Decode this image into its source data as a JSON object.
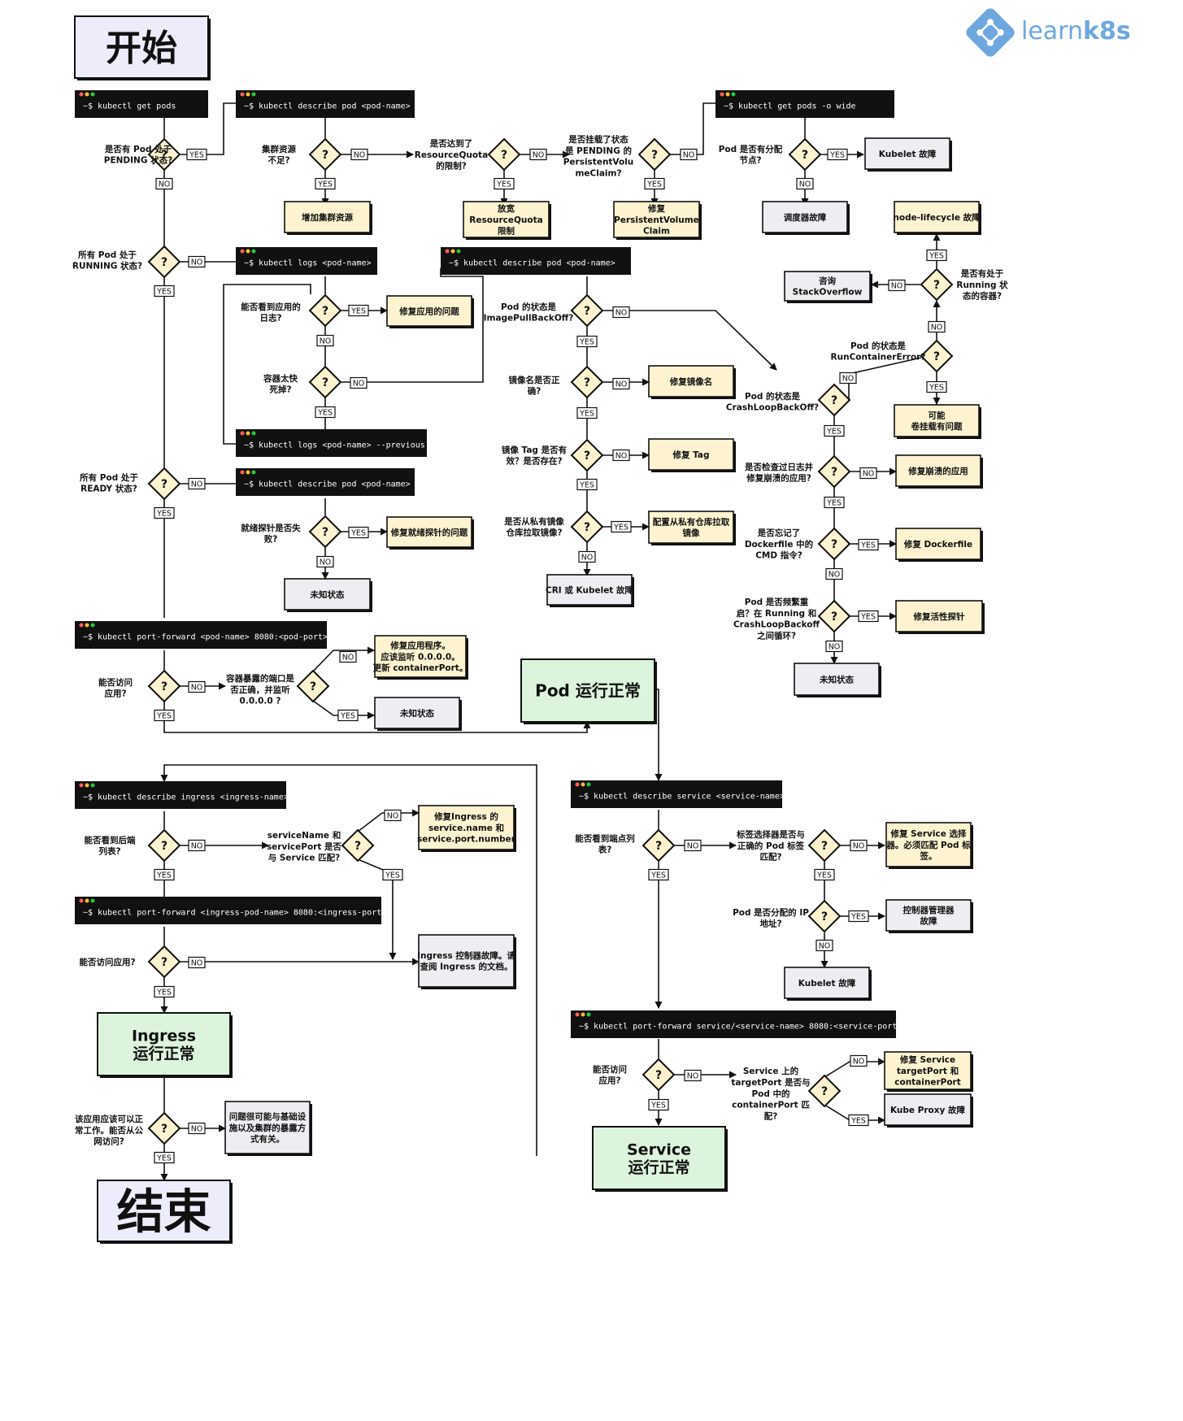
{
  "brand": {
    "name_prefix": "learn",
    "name_suffix": "k8s"
  },
  "start_label": "开始",
  "end_label": "结束",
  "yes": "YES",
  "no": "NO",
  "q": "?",
  "commands": {
    "get_pods": "~$ kubectl get pods",
    "describe_pod_1": "~$ kubectl describe pod <pod-name>",
    "get_pods_wide": "~$ kubectl get pods -o wide",
    "logs": "~$ kubectl logs <pod-name>",
    "describe_pod_2": "~$ kubectl describe pod <pod-name>",
    "logs_previous": "~$ kubectl logs <pod-name> --previous",
    "describe_pod_3": "~$ kubectl describe pod <pod-name>",
    "port_forward_pod": "~$ kubectl port-forward <pod-name> 8080:<pod-port>",
    "describe_ingress": "~$ kubectl describe ingress <ingress-name>",
    "port_forward_ingress": "~$ kubectl port-forward <ingress-pod-name> 8080:<ingress-port>",
    "describe_service": "~$ kubectl describe service <service-name>",
    "port_forward_service": "~$ kubectl port-forward service/<service-name> 8080:<service-port>"
  },
  "questions": {
    "pending": "是否有 Pod 处于\nPENDING 状态?",
    "resources": "集群资源\n不足?",
    "quota": "是否达到了\nResourceQuota\n的限制?",
    "pvc": "是否挂载了状态\n是 PENDING 的\nPersistentVolu\nmeClaim?",
    "node": "Pod 是否有分配\n节点?",
    "running": "所有 Pod 处于\nRUNNING 状态?",
    "see_logs": "能否看到应用的\n日志?",
    "died": "容器太快\n死掉?",
    "image_pull": "Pod 的状态是\nImagePullBackOff?",
    "image_name": "镜像名是否正\n确?",
    "image_tag": "镜像 Tag 是否有\n效？是否存在?",
    "private_registry": "是否从私有镜像\n仓库拉取镜像?",
    "ready": "所有 Pod 处于\nREADY 状态?",
    "readiness": "就绪探针是否失\n败?",
    "access_app": "能否访问\n应用?",
    "port_listen": "容器暴露的端口是\n否正确，并监听\n0.0.0.0 ?",
    "crash_loop": "Pod 的状态是\nCrashLoopBackOff?",
    "run_container_error": "Pod 的状态是\nRunContainerError?",
    "running_containers": "是否有处于\nRunning 状\n态的容器?",
    "checked_logs": "是否检查过日志并\n修复崩溃的应用?",
    "forgot_cmd": "是否忘记了\nDockerfile 中的\nCMD 指令?",
    "restart_loop": "Pod 是否频繁重\n启？在 Running 和\nCrashLoopBackoff\n之间循环?",
    "backend_list": "能否看到后端\n列表?",
    "service_match": "serviceName 和\nservicePort 是否\n与 Service 匹配?",
    "access_ingress": "能否访问应用?",
    "public_access": "该应用应该可以正\n常工作。能否从公\n网访问?",
    "endpoints": "能否看到端点列\n表?",
    "selector_match": "标签选择器是否与\n正确的 Pod 标签\n匹配?",
    "pod_ip": "Pod 是否分配的 IP\n地址?",
    "service_access": "能否访问\n应用?",
    "target_port": "Service 上的\ntargetPort 是否与\nPod 中的\ncontainerPort 匹\n配?"
  },
  "results": {
    "add_resources": "增加集群资源",
    "relax_quota": "放宽\nResourceQuota\n限制",
    "fix_pvc": "修复\nPersistentVolume\nClaim",
    "kubelet_fault_1": "Kubelet 故障",
    "scheduler_fault": "调度器故障",
    "node_lifecycle": "node-lifecycle 故障",
    "stackoverflow": "咨询\nStackOverflow",
    "fix_app": "修复应用的问题",
    "mount_issue": "可能\n卷挂载有问题",
    "fix_image_name": "修复镜像名",
    "fix_tag": "修复 Tag",
    "private_registry_cfg": "配置从私有仓库拉取\n镜像",
    "cri_kubelet": "CRI 或 Kubelet 故障",
    "fix_readiness": "修复就绪探针的问题",
    "unknown_1": "未知状态",
    "fix_crashed_app": "修复崩溃的应用",
    "fix_dockerfile": "修复 Dockerfile",
    "fix_liveness": "修复活性探针",
    "unknown_2": "未知状态",
    "fix_listen": "修复应用程序。\n应该监听 0.0.0.0。\n更新 containerPort。",
    "unknown_3": "未知状态",
    "fix_ingress": "修复Ingress 的\nservice.name 和\nservice.port.number",
    "ingress_controller": "Ingress 控制器故障。请\n查阅 Ingress 的文档。",
    "infra_issue": "问题很可能与基础设\n施以及集群的暴露方\n式有关。",
    "fix_selector": "修复 Service 选择\n器。必须匹配 Pod 标\n签。",
    "controller_manager": "控制器管理器\n故障",
    "kubelet_fault_2": "Kubelet 故障",
    "fix_target_port": "修复 Service\ntargetPort 和\ncontainerPort",
    "kube_proxy": "Kube Proxy 故障"
  },
  "states": {
    "pod_ok": "Pod 运行正常",
    "ingress_ok": "Ingress\n运行正常",
    "service_ok": "Service\n运行正常"
  },
  "colors": {
    "terminal_bg": "#111111",
    "diamond_fill": "#fdf3d0",
    "result_fill": "#fdf3d0",
    "neutral_fill": "#eeeef2",
    "ok_fill": "#dcf3dc",
    "start_fill": "#ececfa",
    "brand_blue": "#6ea7dd",
    "dot_red": "#ff5f57",
    "dot_yellow": "#febc2e",
    "dot_green": "#28c840"
  }
}
